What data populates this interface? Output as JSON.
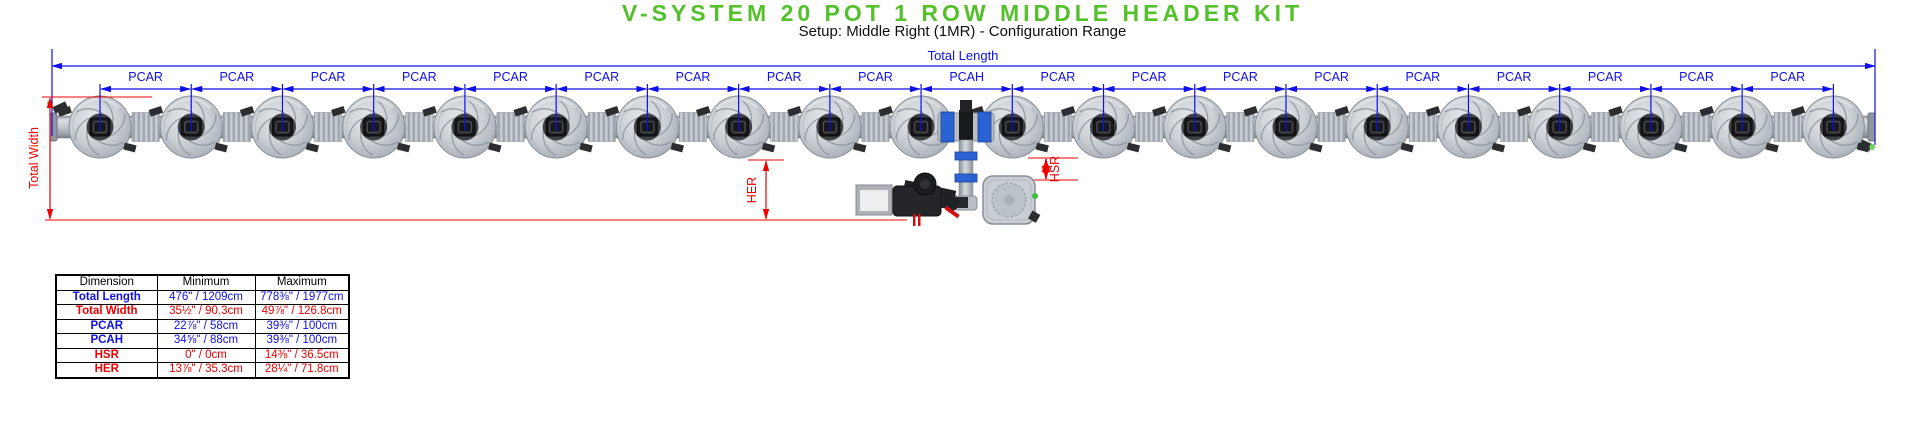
{
  "header": {
    "title": "V-SYSTEM 20 POT 1 ROW MIDDLE HEADER KIT",
    "subtitle": "Setup: Middle Right (1MR) - Configuration Range"
  },
  "diagram": {
    "pot_count": 20,
    "total_length_label": "Total Length",
    "total_width_label": "Total Width",
    "her_label": "HER",
    "hsr_label": "HSR",
    "segment_labels": [
      "PCAR",
      "PCAR",
      "PCAR",
      "PCAR",
      "PCAR",
      "PCAR",
      "PCAR",
      "PCAR",
      "PCAR",
      "PCAH",
      "PCAR",
      "PCAR",
      "PCAR",
      "PCAR",
      "PCAR",
      "PCAR",
      "PCAR",
      "PCAR",
      "PCAR"
    ],
    "colors": {
      "dimension_blue": "#0f0fe8",
      "dimension_red": "#ef0000",
      "title_green": "#54c02c"
    }
  },
  "table": {
    "headers": [
      "Dimension",
      "Minimum",
      "Maximum"
    ],
    "rows": [
      {
        "dimension": "Total Length",
        "minimum": "476\" / 1209cm",
        "maximum": "778⅜\" / 1977cm",
        "color": "blue"
      },
      {
        "dimension": "Total Width",
        "minimum": "35½\" / 90.3cm",
        "maximum": "49⅞\" / 126.8cm",
        "color": "red"
      },
      {
        "dimension": "PCAR",
        "minimum": "22⅞\" / 58cm",
        "maximum": "39⅜\" / 100cm",
        "color": "blue"
      },
      {
        "dimension": "PCAH",
        "minimum": "34⅝\" / 88cm",
        "maximum": "39⅜\" / 100cm",
        "color": "blue"
      },
      {
        "dimension": "HSR",
        "minimum": "0\" / 0cm",
        "maximum": "14⅜\" / 36.5cm",
        "color": "red"
      },
      {
        "dimension": "HER",
        "minimum": "13⅞\" / 35.3cm",
        "maximum": "28¼\" / 71.8cm",
        "color": "red"
      }
    ]
  }
}
